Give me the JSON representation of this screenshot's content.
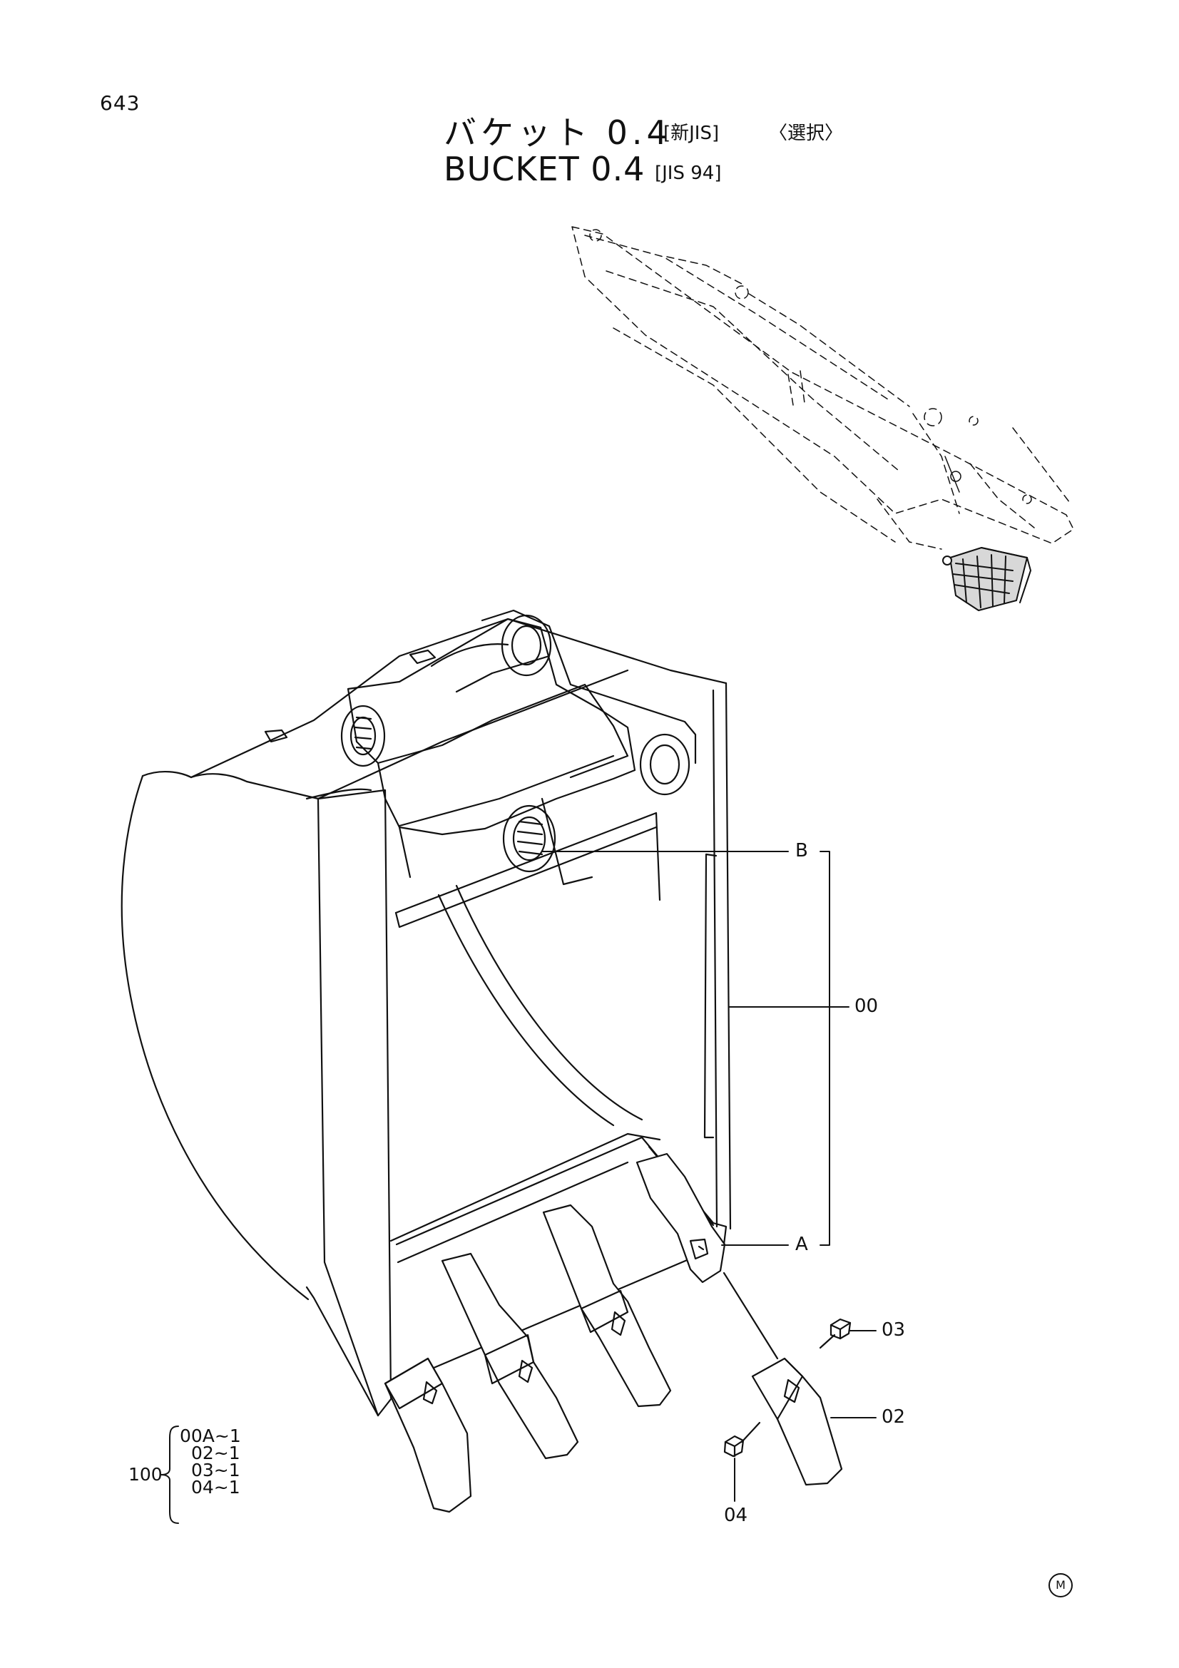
{
  "page": {
    "number": "643"
  },
  "title": {
    "jp": "バケット 0.4",
    "jp_tag": "[新JIS]",
    "jp_option": "〈選択〉",
    "en": "BUCKET 0.4",
    "en_tag": "[JIS 94]"
  },
  "callouts": {
    "b": "B",
    "a": "A",
    "p00": "00",
    "p03": "03",
    "p02": "02",
    "p04": "04"
  },
  "kit": {
    "number": "100",
    "items": [
      "00A~1",
      "02~1",
      "03~1",
      "04~1"
    ]
  },
  "mark": "M"
}
